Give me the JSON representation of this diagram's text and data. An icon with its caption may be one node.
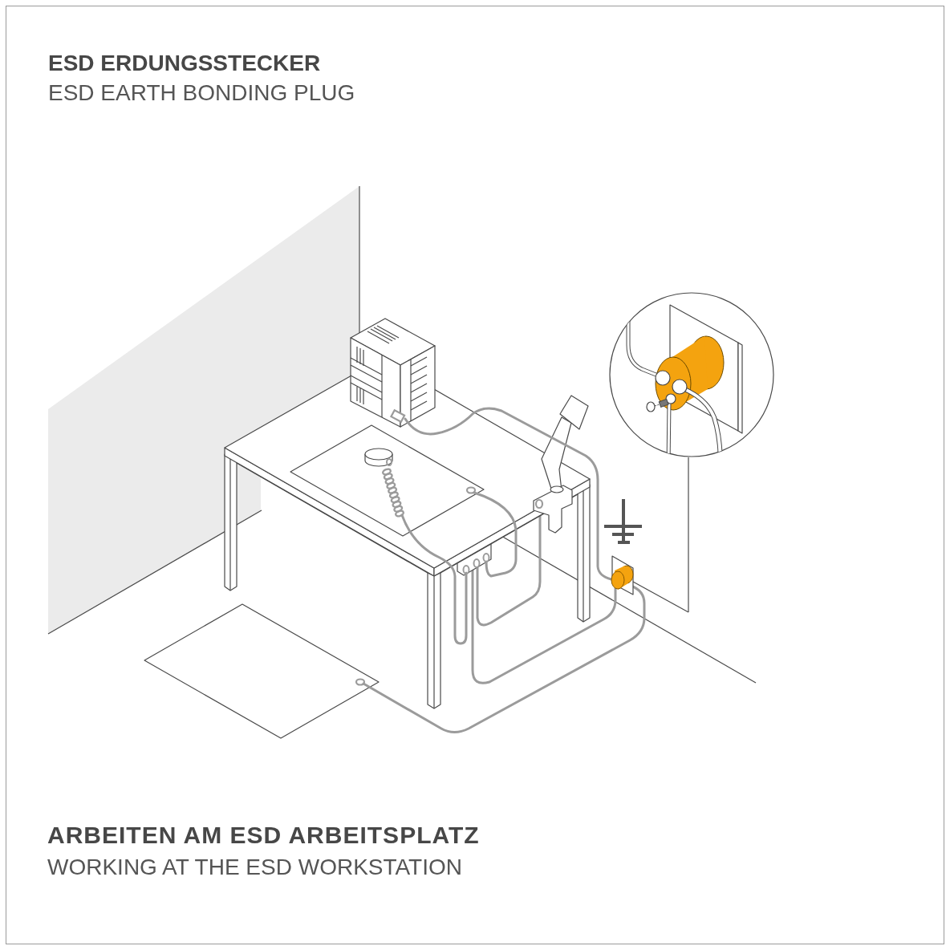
{
  "diagram": {
    "labels": [
      "ESD ERDUNGSSTECKER",
      "ESD EARTH BONDING PLUG",
      "ARBEITEN AM ESD ARBEITSPLATZ",
      "WORKING AT THE ESD WORKSTATION"
    ]
  }
}
